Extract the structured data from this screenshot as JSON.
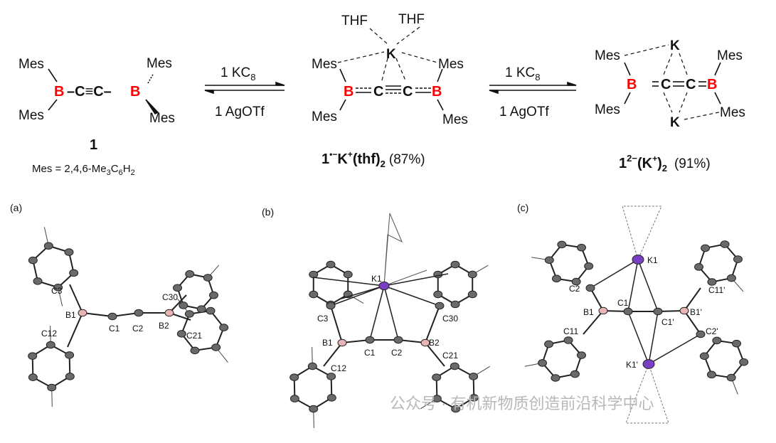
{
  "scheme": {
    "compound1": {
      "mes_tl": "Mes",
      "mes_bl": "Mes",
      "mes_tr": "Mes",
      "mes_br": "Mes",
      "b1": "B",
      "core": "–C≡C–",
      "b2": "B",
      "label": "1",
      "mes_def_a": "Mes = 2,4,6-Me",
      "mes_def_3": "3",
      "mes_def_c": "C",
      "mes_def_6": "6",
      "mes_def_h": "H",
      "mes_def_2": "2"
    },
    "arrow1": {
      "top_a": "1 KC",
      "top_sub": "8",
      "bottom": "1 AgOTf"
    },
    "compound2": {
      "thf1": "THF",
      "thf2": "THF",
      "k": "K",
      "mes_tl": "Mes",
      "mes_tr": "Mes",
      "mes_bl": "Mes",
      "mes_br": "Mes",
      "b1": "B",
      "c1": "C",
      "c2": "C",
      "b2": "B",
      "label_a": "1",
      "label_sup": "•−",
      "label_k": "K",
      "label_plus": "+",
      "label_thf": "(thf)",
      "label_sub": "2",
      "yield": "(87%)"
    },
    "arrow2": {
      "top_a": "1 KC",
      "top_sub": "8",
      "bottom": "1 AgOTf"
    },
    "compound3": {
      "k_top": "K",
      "k_bottom": "K",
      "mes_tl": "Mes",
      "mes_tr": "Mes",
      "mes_bl": "Mes",
      "mes_br": "Mes",
      "b1": "B",
      "c1": "C",
      "c2": "C",
      "b2": "B",
      "label_a": "1",
      "label_sup": "2−",
      "label_k": "(K",
      "label_plus": "+",
      "label_close": ")",
      "label_sub": "2",
      "yield": "(91%)"
    }
  },
  "panels": {
    "a": {
      "tag": "(a)",
      "atoms": [
        "C3",
        "B1",
        "C12",
        "C1",
        "C2",
        "B2",
        "C30",
        "C21"
      ]
    },
    "b": {
      "tag": "(b)",
      "atoms": [
        "K1",
        "C3",
        "B1",
        "C1",
        "C2",
        "B2",
        "C30",
        "C12",
        "C21"
      ]
    },
    "c": {
      "tag": "(c)",
      "atoms": [
        "K1",
        "C2",
        "C1",
        "B1",
        "C11",
        "C1'",
        "B1'",
        "C11'",
        "C2'",
        "K1'"
      ]
    }
  },
  "colors": {
    "boron": "#ff0000",
    "potassium": "#7b3fc4",
    "boron_ellipsoid": "#e8b4b4",
    "carbon_ellipsoid": "#6a6a6a"
  },
  "watermark": "公众号 · 有机新物质创造前沿科学中心"
}
